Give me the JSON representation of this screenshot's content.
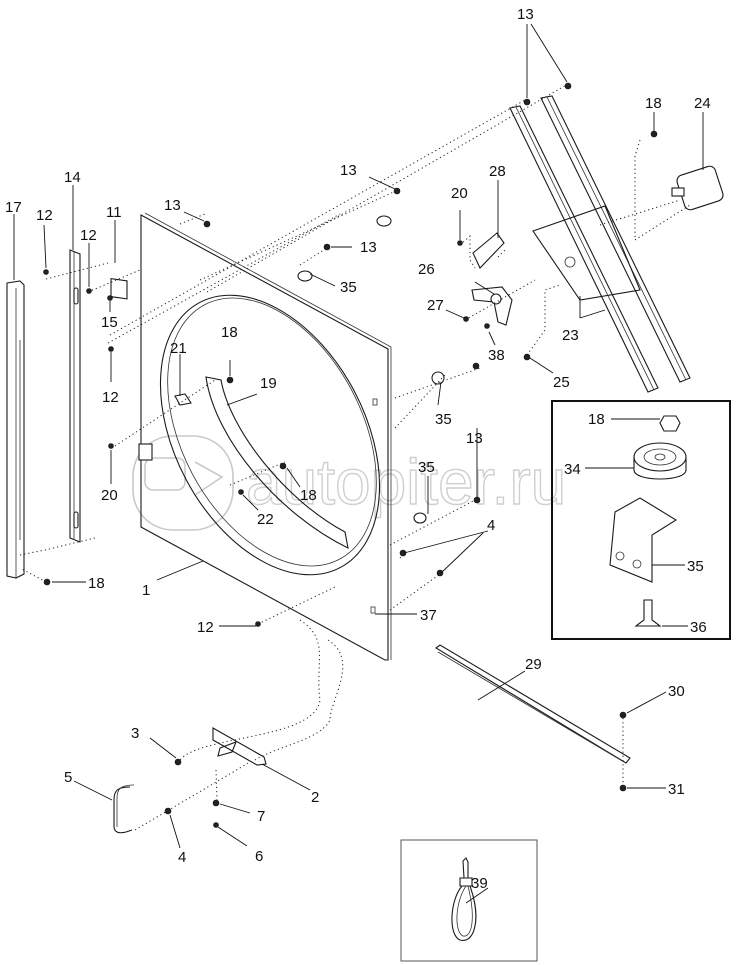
{
  "diagram": {
    "type": "exploded-parts-diagram",
    "subject": "Fan shroud / radiator shroud assembly",
    "watermark": "autopiter.ru",
    "callouts": [
      {
        "id": "c1",
        "label": "1"
      },
      {
        "id": "c2",
        "label": "2"
      },
      {
        "id": "c3",
        "label": "3"
      },
      {
        "id": "c4a",
        "label": "4"
      },
      {
        "id": "c4b",
        "label": "4"
      },
      {
        "id": "c5",
        "label": "5"
      },
      {
        "id": "c6",
        "label": "6"
      },
      {
        "id": "c7",
        "label": "7"
      },
      {
        "id": "c11",
        "label": "11"
      },
      {
        "id": "c12a",
        "label": "12"
      },
      {
        "id": "c12b",
        "label": "12"
      },
      {
        "id": "c12c",
        "label": "12"
      },
      {
        "id": "c12d",
        "label": "12"
      },
      {
        "id": "c13a",
        "label": "13"
      },
      {
        "id": "c13b",
        "label": "13"
      },
      {
        "id": "c13c",
        "label": "13"
      },
      {
        "id": "c13d",
        "label": "13"
      },
      {
        "id": "c13e",
        "label": "13"
      },
      {
        "id": "c13f",
        "label": "13"
      },
      {
        "id": "c14",
        "label": "14"
      },
      {
        "id": "c15",
        "label": "15"
      },
      {
        "id": "c17",
        "label": "17"
      },
      {
        "id": "c18a",
        "label": "18"
      },
      {
        "id": "c18b",
        "label": "18"
      },
      {
        "id": "c18c",
        "label": "18"
      },
      {
        "id": "c18d",
        "label": "18"
      },
      {
        "id": "c18e",
        "label": "18"
      },
      {
        "id": "c19",
        "label": "19"
      },
      {
        "id": "c20a",
        "label": "20"
      },
      {
        "id": "c20b",
        "label": "20"
      },
      {
        "id": "c21",
        "label": "21"
      },
      {
        "id": "c22",
        "label": "22"
      },
      {
        "id": "c23",
        "label": "23"
      },
      {
        "id": "c24",
        "label": "24"
      },
      {
        "id": "c25",
        "label": "25"
      },
      {
        "id": "c26",
        "label": "26"
      },
      {
        "id": "c27",
        "label": "27"
      },
      {
        "id": "c28",
        "label": "28"
      },
      {
        "id": "c29",
        "label": "29"
      },
      {
        "id": "c30",
        "label": "30"
      },
      {
        "id": "c31",
        "label": "31"
      },
      {
        "id": "c34",
        "label": "34"
      },
      {
        "id": "c35a",
        "label": "35"
      },
      {
        "id": "c35b",
        "label": "35"
      },
      {
        "id": "c35c",
        "label": "35"
      },
      {
        "id": "c35d",
        "label": "35"
      },
      {
        "id": "c36",
        "label": "36"
      },
      {
        "id": "c37",
        "label": "37"
      },
      {
        "id": "c38",
        "label": "38"
      },
      {
        "id": "c39",
        "label": "39"
      }
    ],
    "insets": [
      {
        "name": "idler-pulley-detail",
        "parts": [
          "18",
          "34",
          "35",
          "36"
        ]
      },
      {
        "name": "strap-detail",
        "parts": [
          "39"
        ]
      }
    ]
  }
}
